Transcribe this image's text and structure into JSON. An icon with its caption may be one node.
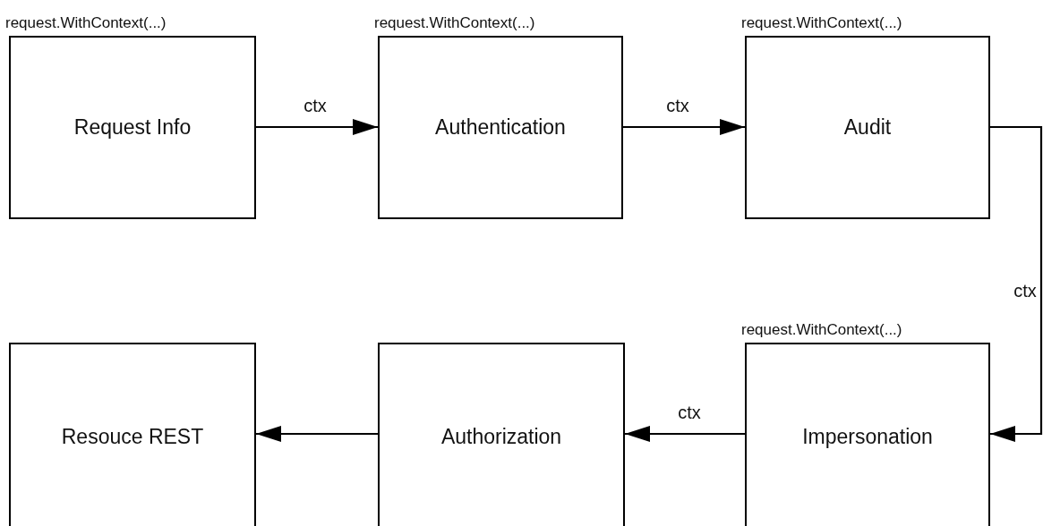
{
  "diagram": {
    "nodes": [
      {
        "text": [
          "Request Info"
        ],
        "beside": [
          "request.WithContext(...)"
        ]
      },
      {
        "text": [
          "Authentication"
        ],
        "beside": [
          "request.WithContext(...)"
        ]
      },
      {
        "text": [
          "Audit"
        ],
        "beside": [
          "request.WithContext(...)"
        ]
      },
      {
        "text": [
          "Resouce REST"
        ]
      },
      {
        "text": [
          "Authorization"
        ]
      },
      {
        "text": [
          "Impersonation"
        ],
        "beside": [
          "request.WithContext(...)"
        ]
      }
    ],
    "edges": [
      {
        "from": 0,
        "to": 1,
        "arrow": "to",
        "label": "ctx"
      },
      {
        "from": 1,
        "to": 2,
        "arrow": "to",
        "label": "ctx"
      },
      {
        "from": 2,
        "to": 5,
        "arrow": "to",
        "label": "ctx"
      },
      {
        "from": 5,
        "to": 4,
        "arrow": "to",
        "label": "ctx"
      },
      {
        "from": 4,
        "to": 3,
        "arrow": "to"
      }
    ]
  }
}
